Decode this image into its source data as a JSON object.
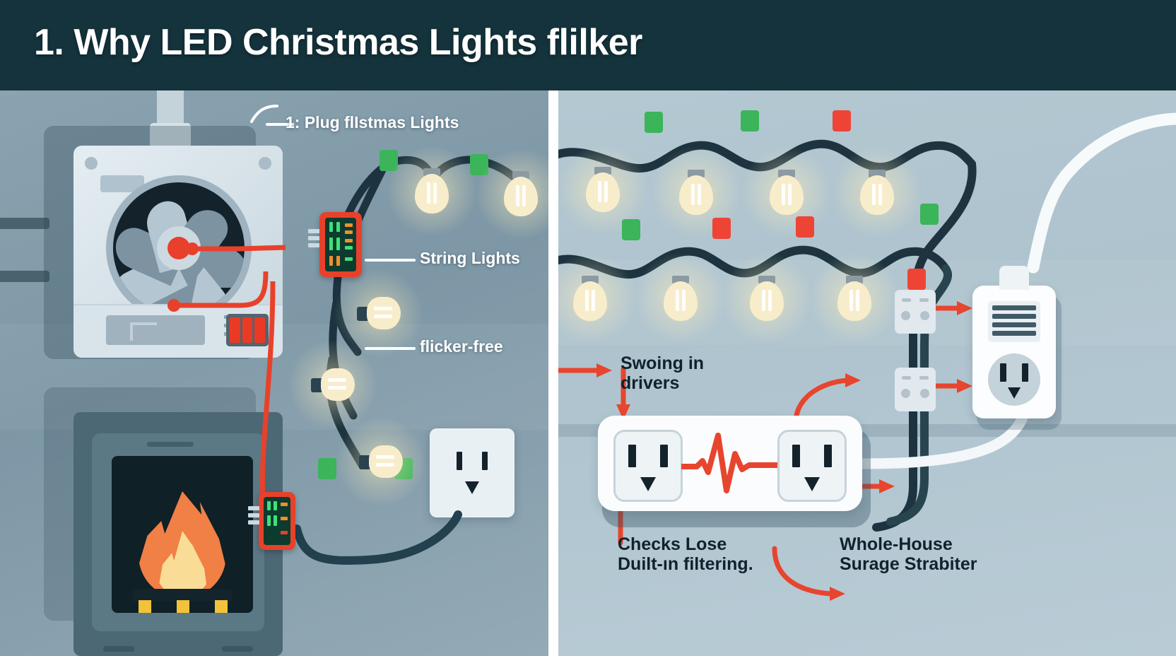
{
  "header": {
    "title": "1. Why LED Christmas Lights flilker",
    "background_color": "#14333c",
    "text_color": "#ffffff"
  },
  "panels": {
    "left": {
      "name": "left-panel",
      "background_color": "#8ba3b0",
      "callouts": [
        {
          "id": "plug-lights",
          "text": "1: Plug flIstmas Lights"
        },
        {
          "id": "string-lights",
          "text": "String Lights"
        },
        {
          "id": "flicker-free",
          "text": "flicker-free"
        }
      ],
      "devices": [
        {
          "name": "psu-unit",
          "type": "power-supply-with-fan"
        },
        {
          "name": "oven-unit",
          "type": "appliance-with-flame"
        },
        {
          "name": "wall-outlet",
          "type": "outlet"
        },
        {
          "name": "driver-module-top",
          "type": "led-driver"
        },
        {
          "name": "driver-module-bottom",
          "type": "led-driver"
        }
      ]
    },
    "right": {
      "name": "right-panel",
      "background_color": "#b4c8d2",
      "callouts": [
        {
          "id": "swoing-drivers",
          "line1": "Swoing in",
          "line2": "drivers"
        },
        {
          "id": "checks-lose",
          "line1": "Checks Lose",
          "line2": "Duilt-ın filtering."
        },
        {
          "id": "whole-house",
          "line1": "Whole-House",
          "line2": "Surage Strabiter"
        }
      ],
      "devices": [
        {
          "name": "power-strip",
          "type": "surge-strip-with-waveform"
        },
        {
          "name": "surge-protector",
          "type": "wall-surge-protector"
        }
      ]
    }
  },
  "colors": {
    "accent_red": "#e8412b",
    "clip_green": "#3bb45a",
    "clip_red": "#ee4436",
    "bulb_glow": "#f8edcb",
    "wire_dark": "#1d3440",
    "header_bg": "#14333c"
  },
  "string_lights": {
    "left_panel_strand": {
      "bulb_count": 2,
      "clips": [
        "green",
        "green",
        "green"
      ]
    },
    "left_panel_vertical_strand": {
      "bulb_count": 3,
      "clips": [
        "green",
        "green"
      ]
    },
    "right_panel_top_strand": {
      "bulb_count": 4,
      "clips": [
        "green",
        "green",
        "red",
        "green"
      ]
    },
    "right_panel_bottom_strand": {
      "bulb_count": 4,
      "clips": [
        "green",
        "red",
        "red",
        "red"
      ]
    }
  },
  "icons": {
    "fan": "fan-icon",
    "flame": "flame-icon",
    "outlet": "outlet-icon",
    "waveform": "waveform-icon",
    "bulb": "bulb-icon",
    "arrow": "arrow-icon"
  }
}
